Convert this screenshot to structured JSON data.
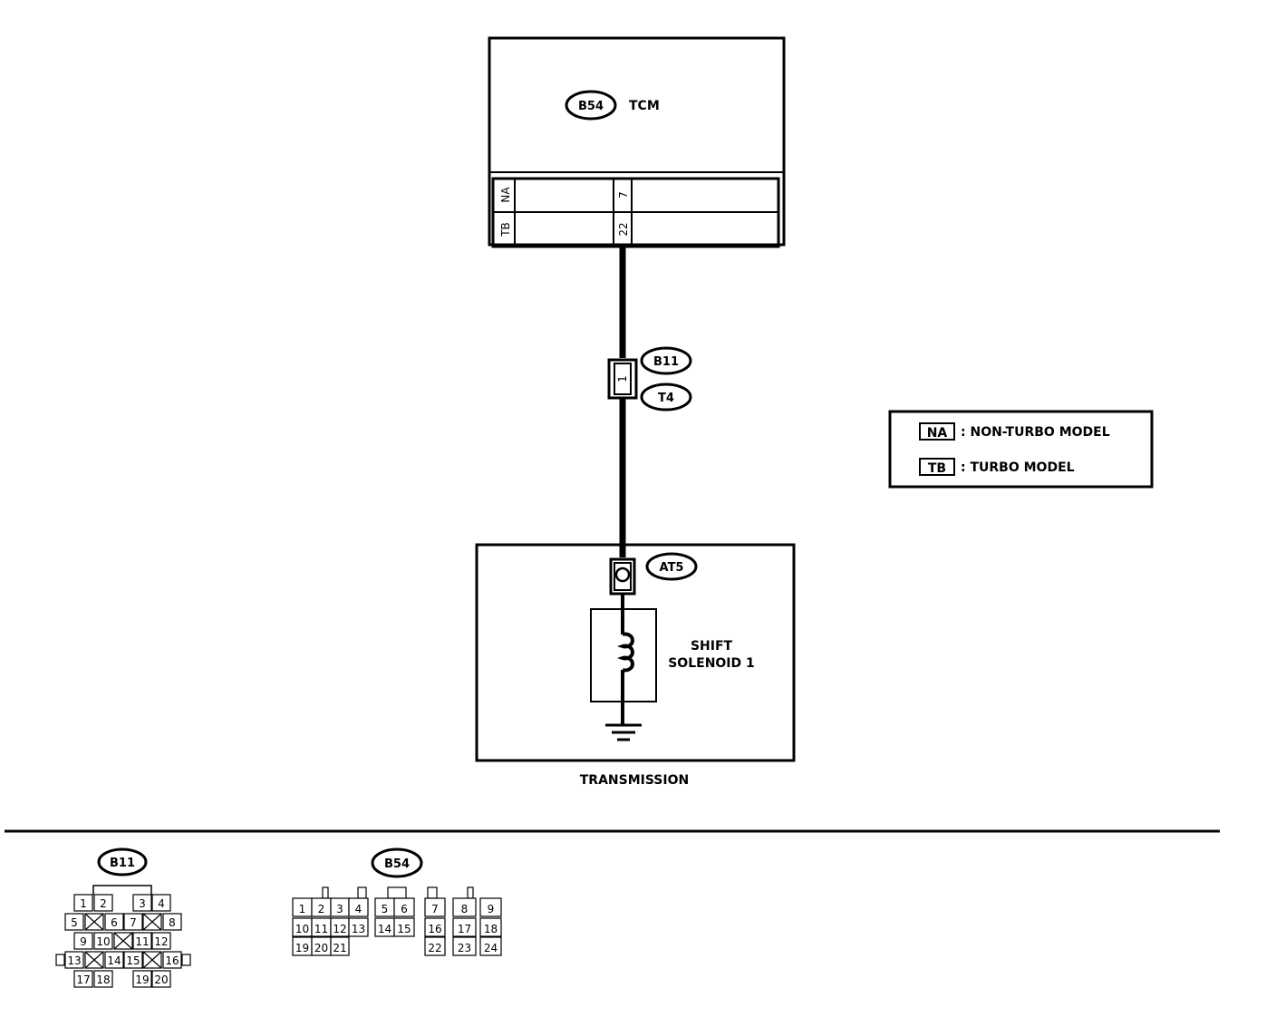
{
  "tcm": {
    "connector": "B54",
    "name": "TCM",
    "rows": [
      {
        "model": "NA",
        "pin": "7"
      },
      {
        "model": "TB",
        "pin": "22"
      }
    ]
  },
  "wire_connector": {
    "pin": "1",
    "labels": [
      "B11",
      "T4"
    ]
  },
  "legend": {
    "items": [
      {
        "code": "NA",
        "text": ": NON-TURBO MODEL"
      },
      {
        "code": "TB",
        "text": ": TURBO MODEL"
      }
    ]
  },
  "transmission": {
    "connector": "AT5",
    "solenoid_line1": "SHIFT",
    "solenoid_line2": "SOLENOID 1",
    "label": "TRANSMISSION"
  },
  "connector_views": {
    "b11": {
      "label": "B11",
      "rows": [
        [
          "1",
          "2",
          "3",
          "4"
        ],
        [
          "5",
          "6",
          "7",
          "8"
        ],
        [
          "9",
          "10",
          "11",
          "12"
        ],
        [
          "13",
          "14",
          "15",
          "16"
        ],
        [
          "17",
          "18",
          "19",
          "20"
        ]
      ]
    },
    "b54": {
      "label": "B54",
      "rows": [
        [
          "1",
          "2",
          "3",
          "4",
          "5",
          "6",
          "7",
          "8",
          "9"
        ],
        [
          "10",
          "11",
          "12",
          "13",
          "14",
          "15",
          "16",
          "17",
          "18"
        ],
        [
          "19",
          "20",
          "21",
          "22",
          "23",
          "24"
        ]
      ]
    }
  }
}
